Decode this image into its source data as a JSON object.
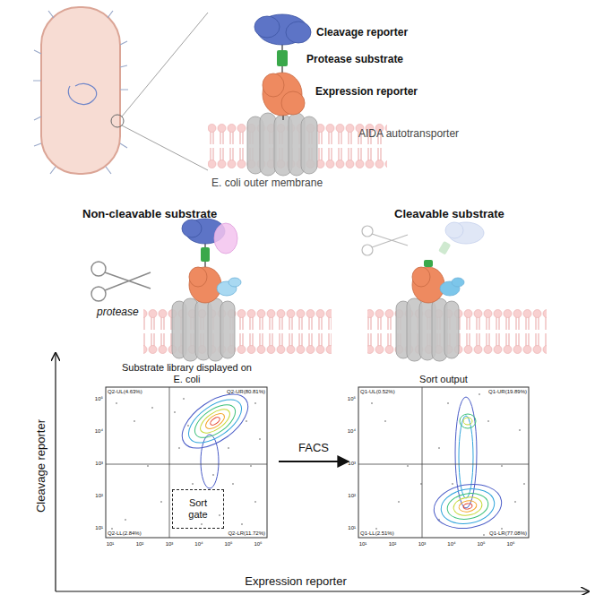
{
  "diagram": {
    "nodes": [
      {
        "text": [
          "Substrate library displayed on E. coli"
        ]
      },
      {
        "text": [
          "Sort gate"
        ],
        "in": 0
      },
      {
        "text": [
          "Sort output"
        ]
      }
    ],
    "edges": [
      {
        "from": 0,
        "to": 2,
        "arrow": "to",
        "label": "FACS"
      }
    ],
    "labels": [
      "Cleavage reporter",
      "Protease substrate",
      "Expression reporter",
      "AIDA autotransporter",
      "E. coli outer membrane",
      "Non-cleavable substrate",
      "Cleavable substrate",
      "protease",
      "Q2-UL(4.63%)",
      "Q2-UR(80.81%)",
      "Q2-LL(2.84%)",
      "Q2-LR(11.72%)",
      "Q1-UL(0.52%)",
      "Q1-UR(19.89%)",
      "Q1-LL(2.51%)",
      "Q1-LR(77.08%)",
      "10¹",
      "10²",
      "10³",
      "10⁴",
      "10⁵",
      "10⁶",
      "10¹",
      "10²",
      "10³",
      "10⁴",
      "10⁵",
      "10¹",
      "10²",
      "10³",
      "10⁴",
      "10⁵",
      "10⁶",
      "10¹",
      "10²",
      "10³",
      "10⁴",
      "10⁵",
      "Cleavage reporter",
      "Expression reporter"
    ]
  }
}
